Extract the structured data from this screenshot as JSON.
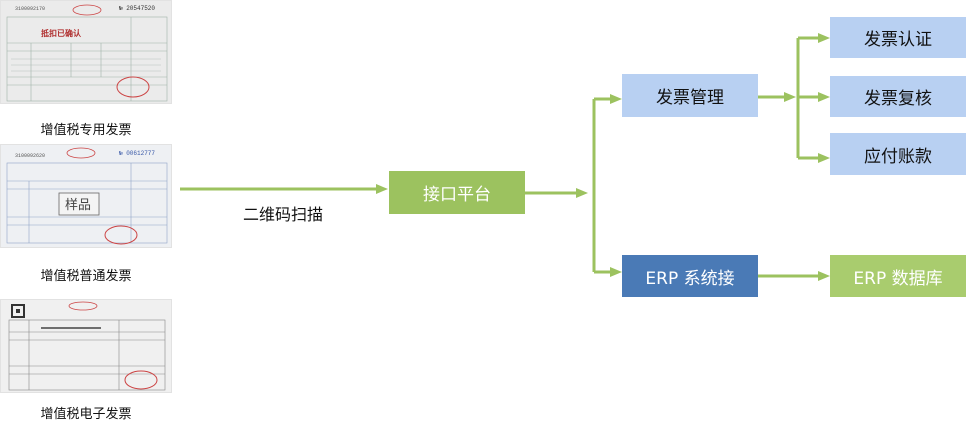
{
  "invoices": [
    {
      "caption": "增值税专用发票",
      "stamp": "抵扣已确认",
      "number": "№ 20547520",
      "code": "3100092170"
    },
    {
      "caption": "增值税普通发票",
      "stamp": "样品",
      "number": "№ 00612777",
      "code": "3100092620"
    },
    {
      "caption": "增值税电子发票",
      "stamp": "",
      "number": "",
      "code": ""
    }
  ],
  "edge_label": "二维码扫描",
  "nodes": {
    "interface": "接口平台",
    "invoice_mgmt": "发票管理",
    "erp": "ERP 系统接",
    "auth": "发票认证",
    "recheck": "发票复核",
    "payable": "应付账款",
    "erp_db": "ERP 数据库"
  },
  "colors": {
    "connector": "#9cc25f",
    "light_blue": "#b8d0f2",
    "green": "#9cc25f",
    "dark_blue": "#4a7ab6"
  }
}
